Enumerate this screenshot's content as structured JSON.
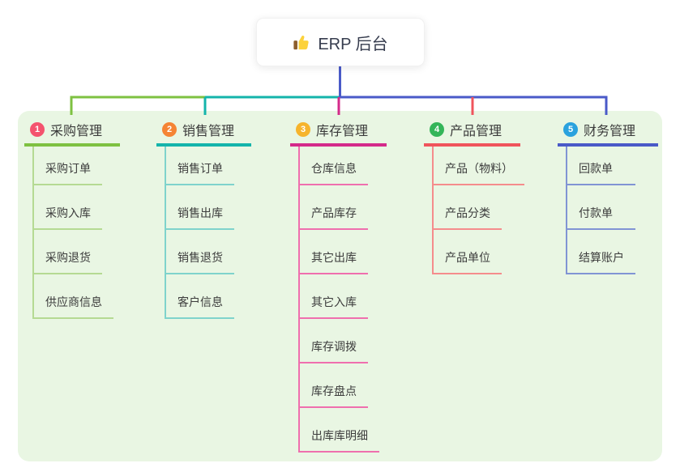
{
  "root": {
    "title": "ERP 后台",
    "icon": "thumbs-up-icon"
  },
  "connector_color": "#4a5ac8",
  "panel_background": "#e9f6e3",
  "branches": [
    {
      "badge": "1",
      "badge_color": "#f4536e",
      "title": "采购管理",
      "color": "#7ec141",
      "light": "#b5da93",
      "items": [
        "采购订单",
        "采购入库",
        "采购退货",
        "供应商信息"
      ]
    },
    {
      "badge": "2",
      "badge_color": "#f58434",
      "title": "销售管理",
      "color": "#14b4ab",
      "light": "#7fd3cc",
      "items": [
        "销售订单",
        "销售出库",
        "销售退货",
        "客户信息"
      ]
    },
    {
      "badge": "3",
      "badge_color": "#f6b42c",
      "title": "库存管理",
      "color": "#d42a8a",
      "light": "#ef6fae",
      "items": [
        "仓库信息",
        "产品库存",
        "其它出库",
        "其它入库",
        "库存调拨",
        "库存盘点",
        "出库库明细"
      ]
    },
    {
      "badge": "4",
      "badge_color": "#34b559",
      "title": "产品管理",
      "color": "#f0545c",
      "light": "#f58c8c",
      "items": [
        "产品（物料）",
        "产品分类",
        "产品单位"
      ]
    },
    {
      "badge": "5",
      "badge_color": "#2aa2de",
      "title": "财务管理",
      "color": "#4a5ac8",
      "light": "#8194d4",
      "items": [
        "回款单",
        "付款单",
        "结算账户"
      ]
    }
  ]
}
